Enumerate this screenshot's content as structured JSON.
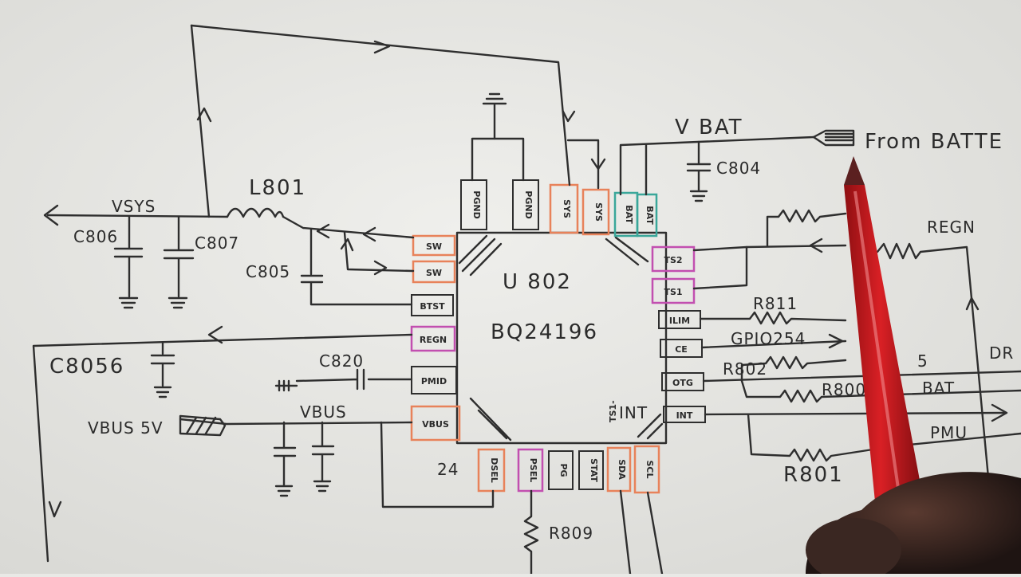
{
  "chip": {
    "ref": "U 802",
    "part": "BQ24196"
  },
  "labels": {
    "vsys": "VSYS",
    "inductor": "L801",
    "vbat": "V BAT",
    "from_battery": "From BATTE",
    "c804": "C804",
    "c806": "C806",
    "c807": "C807",
    "c805": "C805",
    "c8056": "C8056",
    "c820": "C820",
    "vbus_5v": "VBUS 5V",
    "vbus": "VBUS",
    "regn_right": "REGN",
    "r811": "R811",
    "gpio": "GPIO254",
    "r802": "R802",
    "r800": "R800",
    "r801": "R801",
    "r809": "R809",
    "bat_right": "BAT",
    "pmu": "PMU",
    "dr": "DR",
    "int": "INT",
    "num_24": "24",
    "num_5": "5",
    "ts_note": "TS1-"
  },
  "pins": {
    "top": [
      "PGND",
      "PGND",
      "SYS",
      "SYS",
      "BAT",
      "BAT"
    ],
    "left": [
      "SW",
      "SW",
      "BTST",
      "REGN",
      "PMID",
      "VBUS"
    ],
    "right": [
      "TS2",
      "TS1",
      "ILIM",
      "CE",
      "OTG",
      "INT"
    ],
    "bottom": [
      "DSEL",
      "PSEL",
      "PG",
      "STAT",
      "SDA",
      "SCL"
    ]
  },
  "colors": {
    "paper": "#e9e9e6",
    "ink": "#2e2e2e",
    "orange_pin": "#e8825a",
    "magenta_pin": "#c24fb0",
    "teal_pin": "#3aa79a",
    "pen_red": "#c8191e",
    "hand": "#3a2722"
  }
}
